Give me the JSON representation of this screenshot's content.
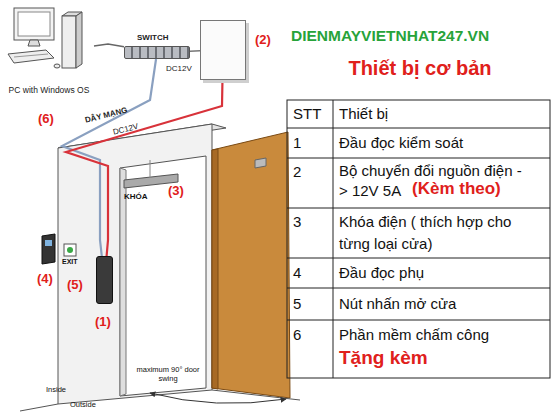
{
  "diagram": {
    "title": "Thiết bị cơ bản",
    "nodes": [
      {
        "text": [
          "PC with Windows OS"
        ]
      },
      {
        "text": [
          "SWITCH"
        ]
      },
      {
        "text": [
          "(2)"
        ]
      },
      {
        "text": [
          "(1)"
        ]
      }
    ],
    "edges": [
      {
        "from": 0,
        "to": 1,
        "arrow": "none"
      },
      {
        "from": 1,
        "to": 2,
        "label": "DC12V",
        "arrow": "none"
      },
      {
        "from": 1,
        "to": 3,
        "label": "DÂY MẠNG",
        "arrow": "none"
      },
      {
        "from": 2,
        "to": 3,
        "label": "DC12V",
        "arrow": "none"
      }
    ],
    "labels": [
      "DIENMAYVIETNHAT247.VN",
      "(6)",
      "KHÓA",
      "(3)",
      "EXIT",
      "(4)",
      "(5)",
      "maximum 90° door swing",
      "Inside",
      "Outside",
      "STT",
      "Thiết bị",
      "1",
      "Đầu đọc kiểm soát",
      "2",
      "Bộ chuyển đổi nguồn điện -> 12V 5A",
      "(Kèm theo)",
      "3",
      "Khóa điện ( thích hợp cho từng loại cửa)",
      "4",
      "Đầu đọc phụ",
      "5",
      "Nút nhấn mở cửa",
      "6",
      "Phần mềm chấm công",
      "Tặng kèm"
    ]
  }
}
